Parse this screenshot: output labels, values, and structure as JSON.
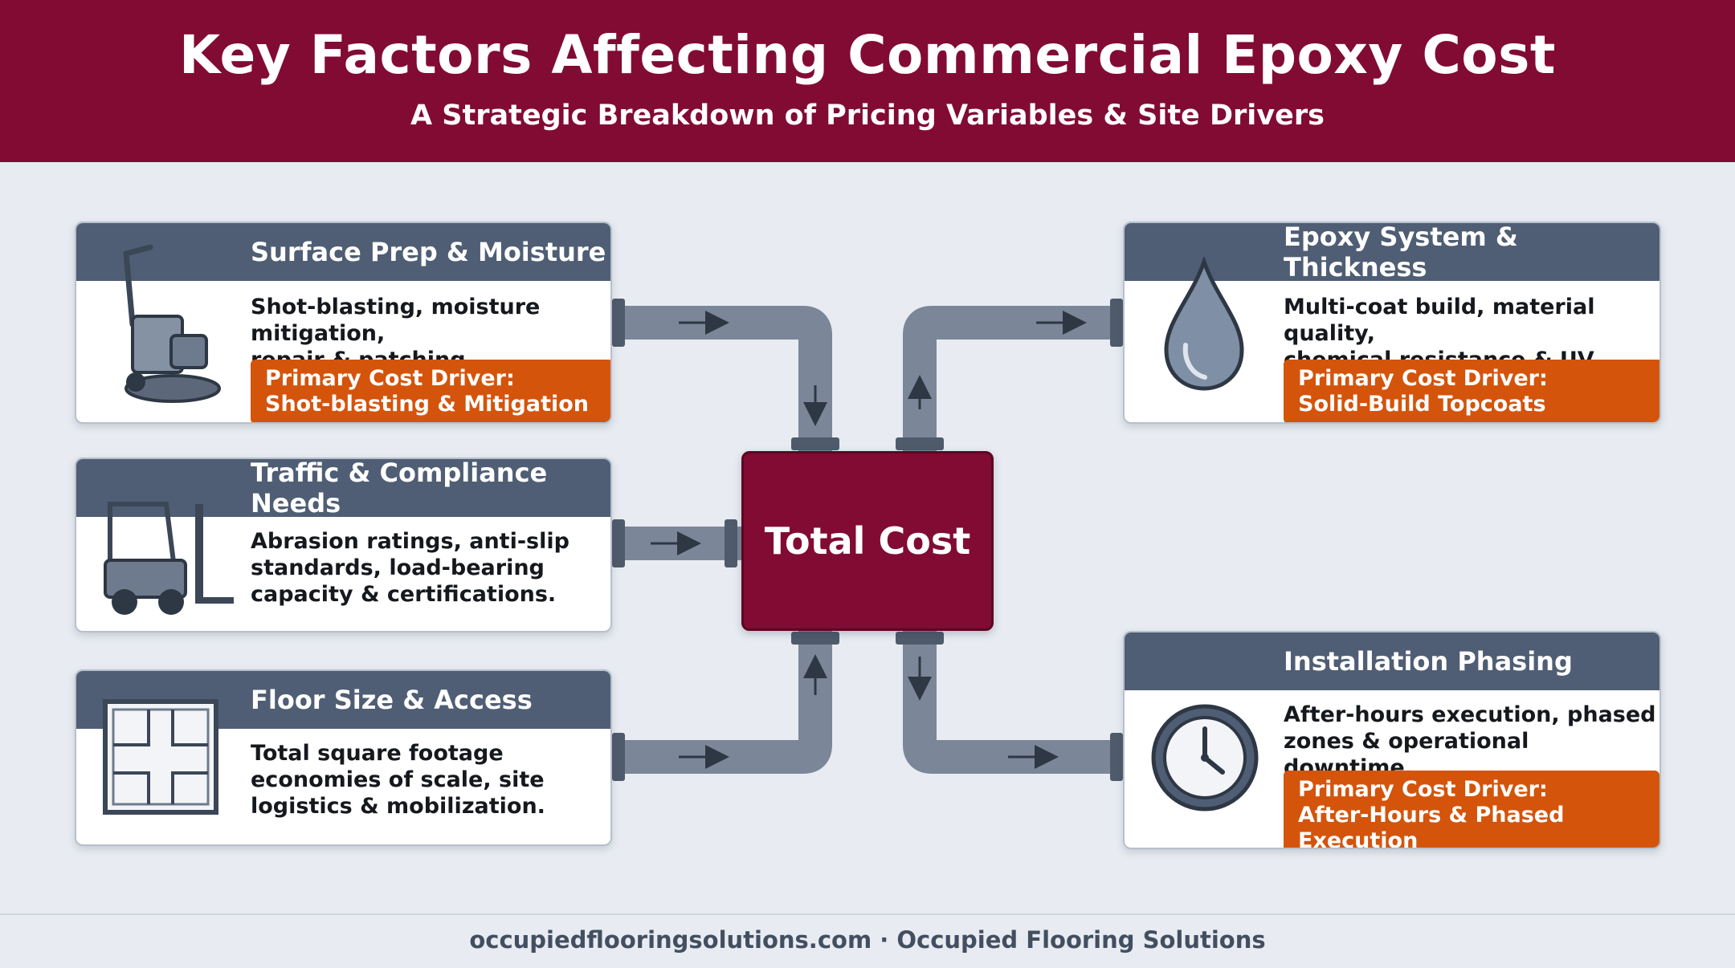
{
  "header": {
    "title": "Key Factors Affecting Commercial Epoxy Cost",
    "subtitle": "A Strategic Breakdown of Pricing Variables & Site Drivers"
  },
  "cards": {
    "surface_prep": {
      "title": "Surface Prep & Moisture",
      "desc_lines": [
        "Shot-blasting, moisture mitigation,",
        "repair & patching requirements."
      ],
      "driver_lines": [
        "Primary Cost Driver:",
        "Shot-blasting & Mitigation"
      ],
      "icon": "floor-grinder-icon"
    },
    "traffic": {
      "title": "Traffic & Compliance Needs",
      "desc_lines": [
        "Abrasion ratings, anti-slip",
        "standards, load-bearing",
        "capacity & certifications."
      ],
      "icon": "forklift-icon"
    },
    "floor_size": {
      "title": "Floor Size & Access",
      "desc_lines": [
        "Total square footage",
        "economies of scale, site",
        "logistics & mobilization."
      ],
      "icon": "floor-plan-icon"
    },
    "epoxy_system": {
      "title": "Epoxy System & Thickness",
      "desc_lines": [
        "Multi-coat build, material quality,",
        "chemical resistance & UV stability."
      ],
      "driver_lines": [
        "Primary Cost Driver:",
        "Solid-Build Topcoats"
      ],
      "icon": "epoxy-drop-icon"
    },
    "installation": {
      "title": "Installation Phasing",
      "desc_lines": [
        "After-hours execution, phased",
        "zones & operational downtime."
      ],
      "driver_lines": [
        "Primary Cost Driver:",
        "After-Hours & Phased Execution"
      ],
      "icon": "clock-icon"
    }
  },
  "center": {
    "label": "Total Cost"
  },
  "footer": {
    "text": "occupiedflooringsolutions.com · Occupied Flooring Solutions"
  },
  "colors": {
    "brand": "#820b33",
    "card_header": "#4f5e74",
    "driver": "#d4540b",
    "pipe": "#7b8798",
    "background": "#e8ecf2"
  }
}
